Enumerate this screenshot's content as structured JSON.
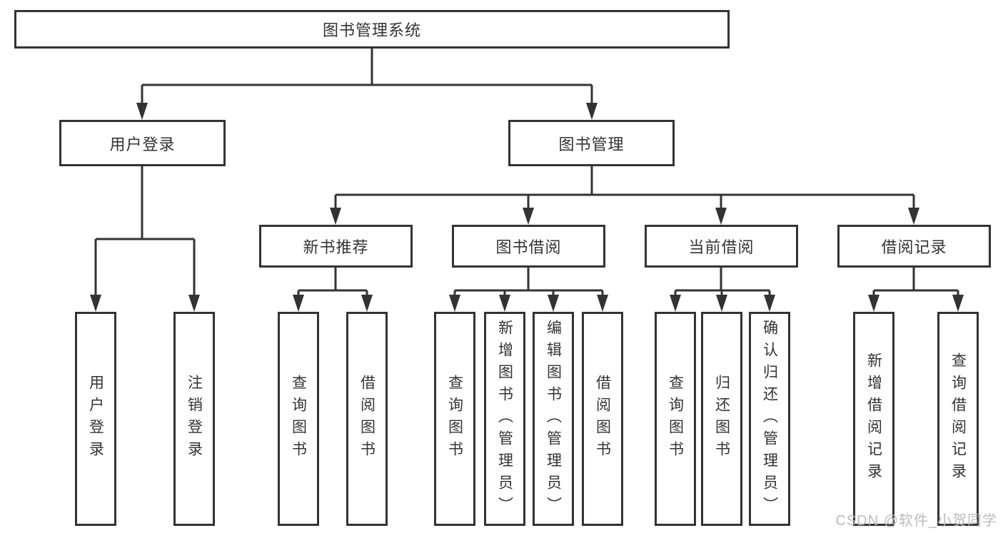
{
  "tree": {
    "root": "图书管理系统",
    "children": [
      {
        "label": "用户登录",
        "children": [
          {
            "label": "用户登录"
          },
          {
            "label": "注销登录"
          }
        ]
      },
      {
        "label": "图书管理",
        "children": [
          {
            "label": "新书推荐",
            "children": [
              {
                "label": "查询图书"
              },
              {
                "label": "借阅图书"
              }
            ]
          },
          {
            "label": "图书借阅",
            "children": [
              {
                "label": "查询图书"
              },
              {
                "label": "新增图书（管理员）"
              },
              {
                "label": "编辑图书（管理员）"
              },
              {
                "label": "借阅图书"
              }
            ]
          },
          {
            "label": "当前借阅",
            "children": [
              {
                "label": "查询图书"
              },
              {
                "label": "归还图书"
              },
              {
                "label": "确认归还（管理员）"
              }
            ]
          },
          {
            "label": "借阅记录",
            "children": [
              {
                "label": "新增借阅记录"
              },
              {
                "label": "查询借阅记录"
              }
            ]
          }
        ]
      }
    ]
  },
  "watermark": "CSDN @软件_小贺同学",
  "colors": {
    "line": "#333333",
    "text": "#333333",
    "background": "#ffffff",
    "watermark": "#bcbcbc"
  }
}
